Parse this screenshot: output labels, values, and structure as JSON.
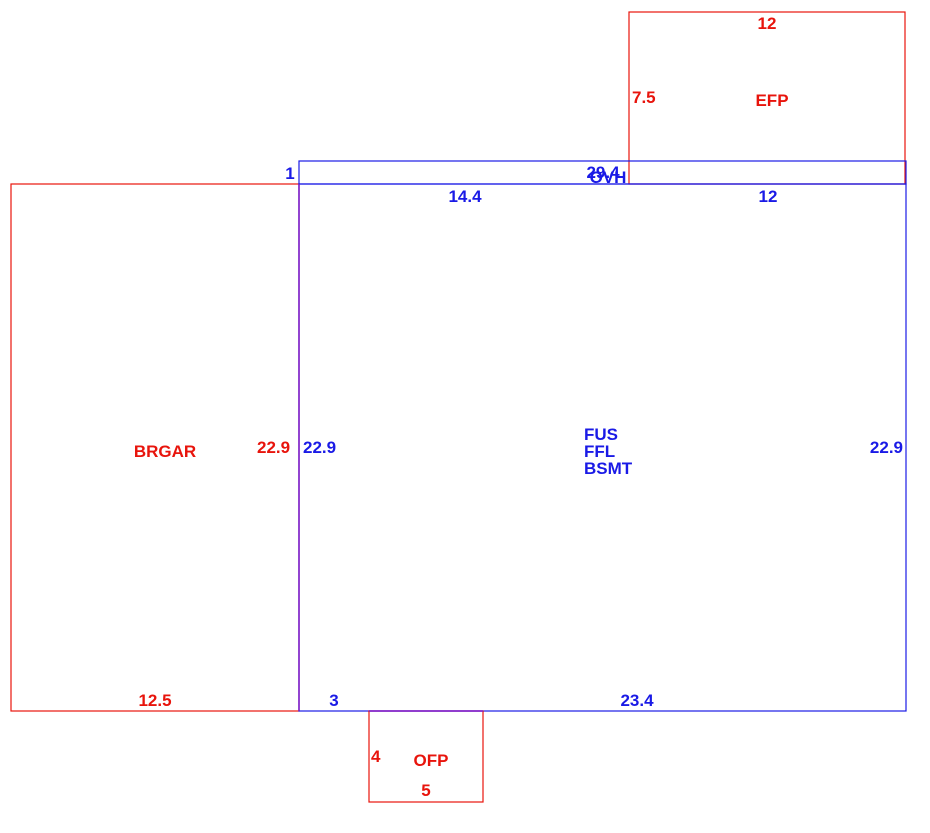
{
  "colors": {
    "red": "#e8140c",
    "blue": "#1a1ae6",
    "purple": "#7a1ad0"
  },
  "areas": {
    "brgar": {
      "label": "BRGAR",
      "left_dim": "22.9",
      "bottom_dim": "12.5"
    },
    "main": {
      "labels": [
        "FUS",
        "FFL",
        "BSMT"
      ],
      "top_dim_left": "14.4",
      "top_dim_right": "12",
      "left_dim": "22.9",
      "right_dim": "22.9",
      "bottom_dim_left": "3",
      "bottom_dim_right": "23.4"
    },
    "ovh": {
      "label": "OVH",
      "length_dim": "29.4",
      "depth_dim": "1"
    },
    "efp": {
      "label": "EFP",
      "top_dim": "12",
      "left_dim": "7.5"
    },
    "ofp": {
      "label": "OFP",
      "left_dim": "4",
      "bottom_dim": "5"
    }
  }
}
